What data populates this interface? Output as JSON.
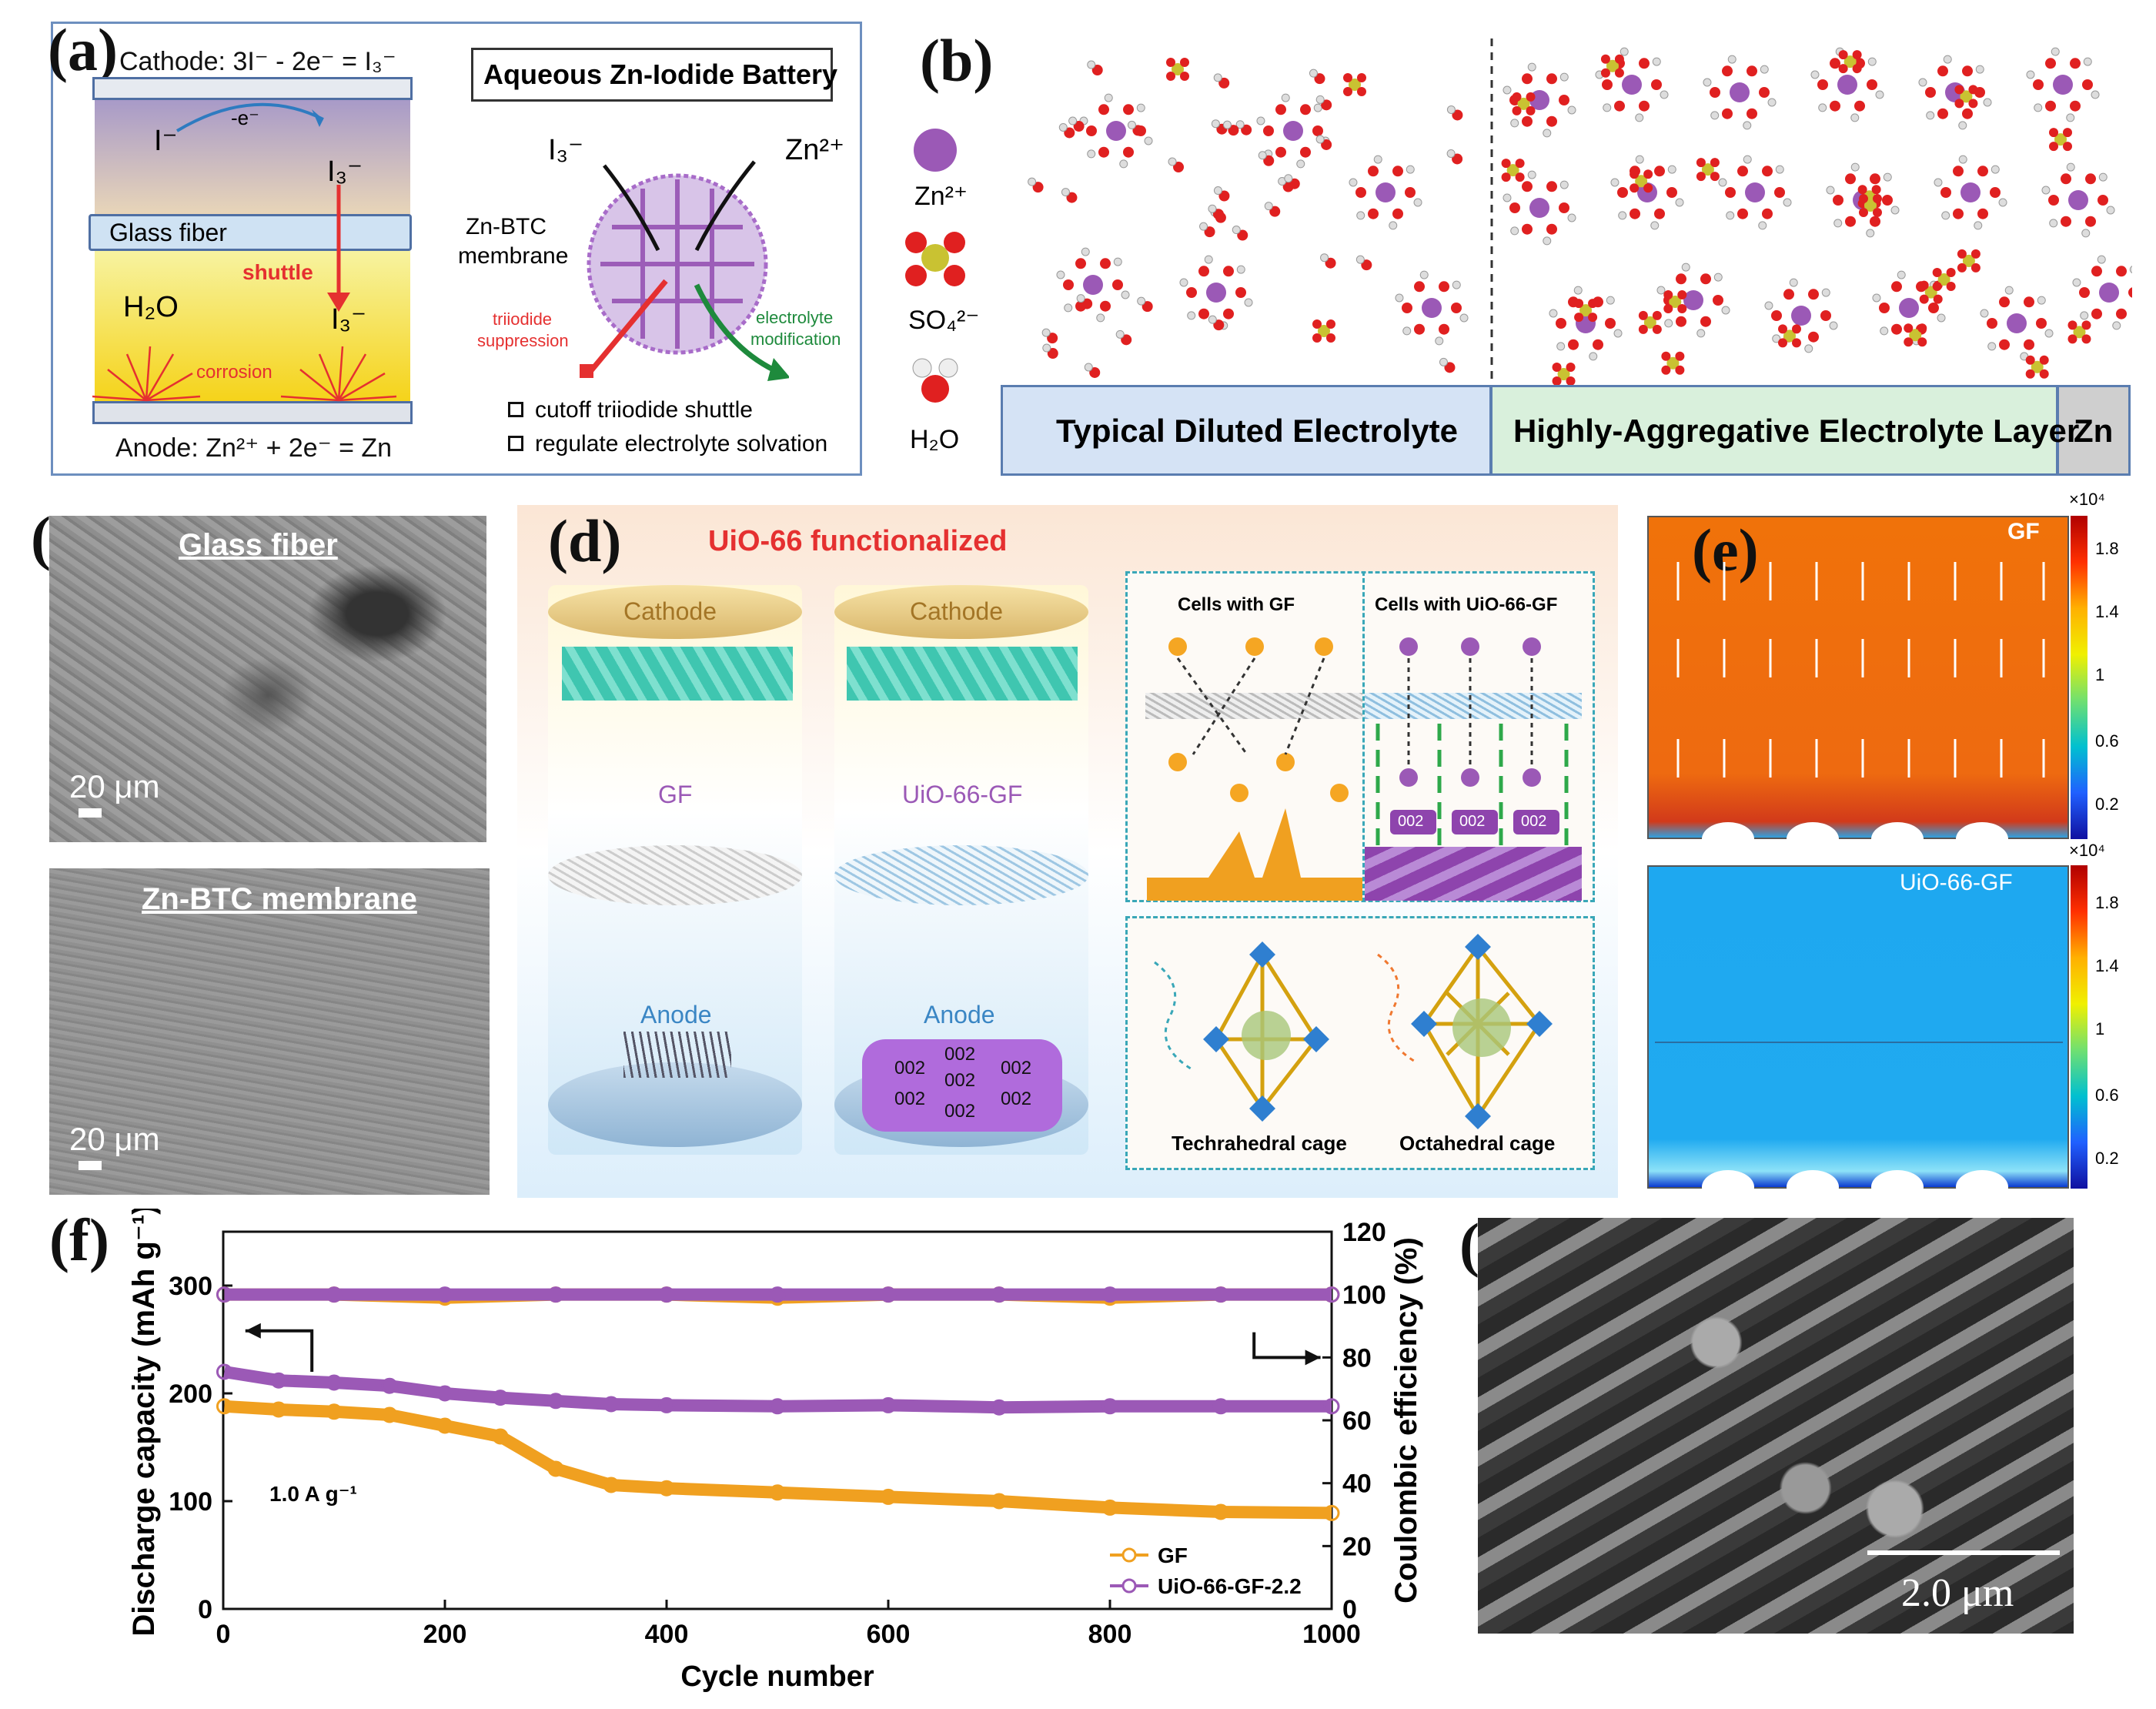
{
  "labels": {
    "a": "(a)",
    "b": "(b)",
    "c": "(c)",
    "d": "(d)",
    "e": "(e)",
    "f": "(f)",
    "g": "(g)"
  },
  "panel_a": {
    "cathode": "Cathode: 3I⁻ - 2e⁻ = I₃⁻",
    "anode": "Anode: Zn²⁺ + 2e⁻ = Zn",
    "title": "Aqueous Zn-Iodide Battery",
    "i_minus": "I⁻",
    "e_minus": "-e⁻",
    "i3_top": "I₃⁻",
    "i3_bottom": "I₃⁻",
    "glass_fiber": "Glass fiber",
    "shuttle": "shuttle",
    "h2o": "H₂O",
    "corrosion": "corrosion",
    "i3_right": "I₃⁻",
    "zn2": "Zn²⁺",
    "membrane_1": "Zn-BTC",
    "membrane_2": "membrane",
    "supp_1": "triiodide",
    "supp_2": "suppression",
    "mod_1": "electrolyte",
    "mod_2": "modification",
    "check_1": "cutoff triiodide shuttle",
    "check_2": "regulate electrolyte solvation"
  },
  "panel_b": {
    "legend_zn": "Zn²⁺",
    "legend_so4": "SO₄²⁻",
    "legend_h2o": "H₂O",
    "left_label": "Typical Diluted Electrolyte",
    "right_label": "Highly-Aggregative Electrolyte Layer",
    "zn_label": "Zn"
  },
  "panel_c": {
    "top_title": "Glass fiber",
    "bottom_title": "Zn-BTC membrane",
    "scale_top": "20 μm",
    "scale_bottom": "20 μm"
  },
  "panel_d": {
    "title": "UiO-66 functionalized",
    "cathode_left": "Cathode",
    "cathode_right": "Cathode",
    "gf": "GF",
    "uio_gf": "UiO-66-GF",
    "anode_left": "Anode",
    "anode_right": "Anode",
    "facet_labels": [
      "002",
      "002",
      "002",
      "002",
      "002",
      "002",
      "002"
    ],
    "cells_gf": "Cells with GF",
    "cells_uio": "Cells with UiO-66-GF",
    "small_facets": [
      "002",
      "002",
      "002"
    ],
    "tetra": "Techrahedral cage",
    "octa": "Octahedral cage"
  },
  "panel_e": {
    "top_tag": "GF",
    "bottom_tag": "UiO-66-GF",
    "exponent": "×10⁴",
    "ticks": [
      "1.8",
      "1.4",
      "1",
      "0.6",
      "0.2"
    ]
  },
  "panel_g": {
    "scale": "2.0 μm"
  },
  "chart_data": {
    "type": "scatter",
    "xlabel": "Cycle number",
    "ylabel": "Discharge capacity (mAh g⁻¹)",
    "y2label": "Coulombic efficiency (%)",
    "annotation": "1.0 A g⁻¹",
    "xlim": [
      0,
      1000
    ],
    "ylim": [
      0,
      350
    ],
    "y2lim": [
      0,
      120
    ],
    "xticks": [
      "0",
      "200",
      "400",
      "600",
      "800",
      "1000"
    ],
    "yticks": [
      "0",
      "100",
      "200",
      "300"
    ],
    "y2ticks": [
      "0",
      "20",
      "40",
      "60",
      "80",
      "100",
      "120"
    ],
    "series": [
      {
        "name": "GF",
        "axis": "left",
        "color": "#f0a020",
        "x": [
          1,
          50,
          100,
          150,
          200,
          250,
          300,
          350,
          400,
          500,
          600,
          700,
          800,
          900,
          1000
        ],
        "y": [
          188,
          185,
          183,
          180,
          170,
          160,
          130,
          115,
          112,
          108,
          104,
          100,
          94,
          90,
          89
        ]
      },
      {
        "name": "UiO-66-GF-2.2",
        "axis": "left",
        "color": "#9b59b6",
        "x": [
          1,
          50,
          100,
          150,
          200,
          250,
          300,
          350,
          400,
          500,
          600,
          700,
          800,
          900,
          1000
        ],
        "y": [
          220,
          212,
          210,
          207,
          200,
          196,
          193,
          190,
          189,
          188,
          189,
          187,
          188,
          188,
          188
        ]
      },
      {
        "name": "GF",
        "axis": "right",
        "color": "#f0a020",
        "x": [
          1,
          100,
          200,
          300,
          400,
          500,
          600,
          700,
          800,
          900,
          1000
        ],
        "y": [
          100,
          100,
          99,
          100,
          100,
          99,
          100,
          100,
          99,
          100,
          100
        ]
      },
      {
        "name": "UiO-66-GF-2.2",
        "axis": "right",
        "color": "#9b59b6",
        "x": [
          1,
          100,
          200,
          300,
          400,
          500,
          600,
          700,
          800,
          900,
          1000
        ],
        "y": [
          100,
          100,
          100,
          100,
          100,
          100,
          100,
          100,
          100,
          100,
          100
        ]
      }
    ],
    "legend": [
      "GF",
      "UiO-66-GF-2.2"
    ]
  }
}
